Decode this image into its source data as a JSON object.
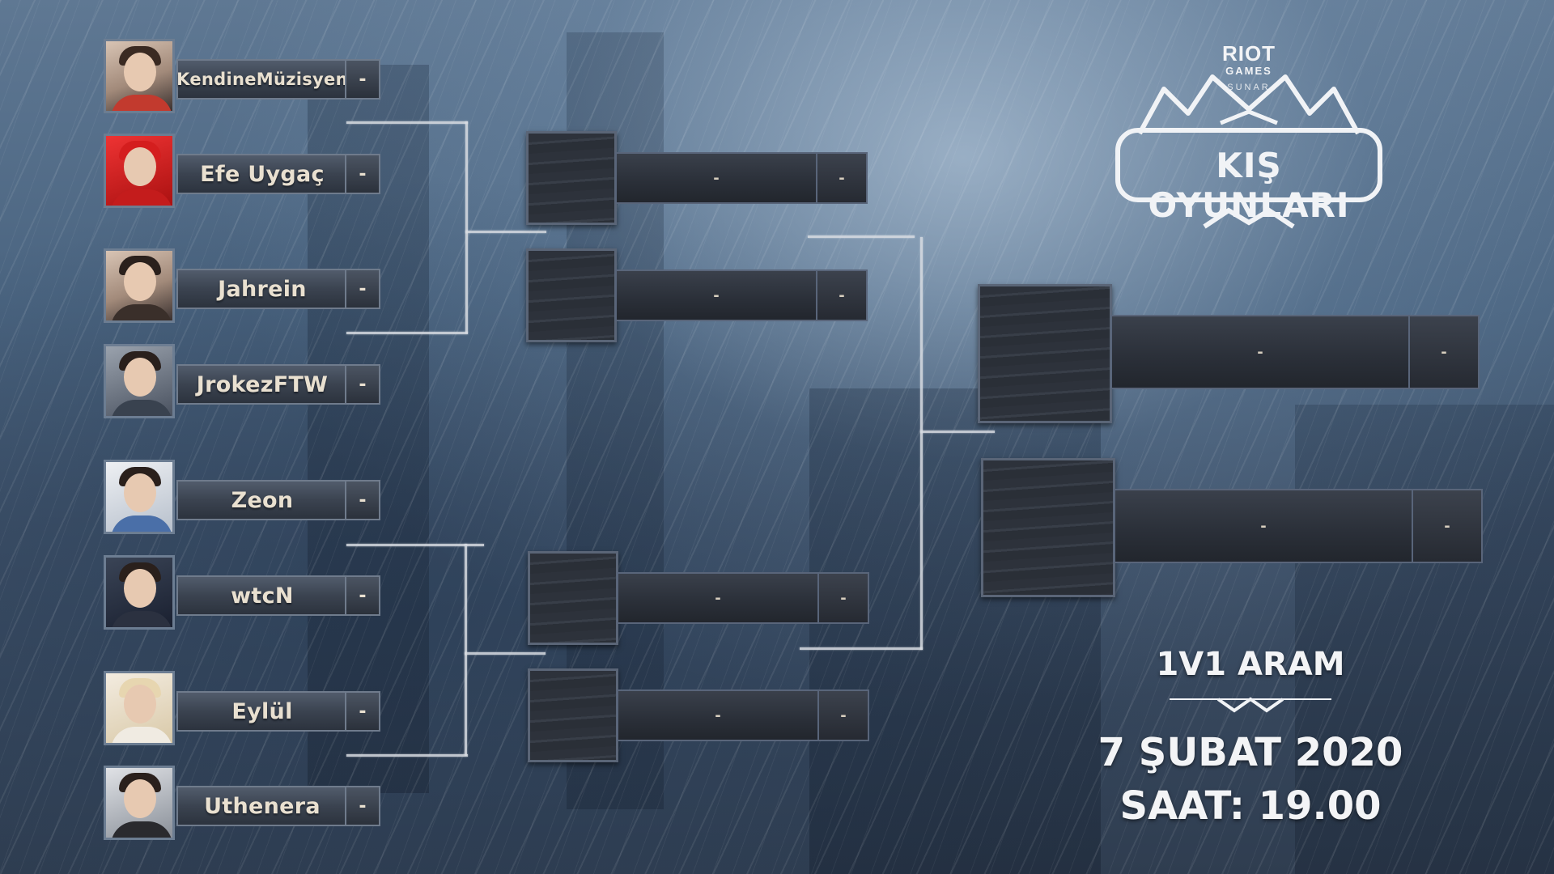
{
  "players": [
    {
      "name": "KendineMüzisyen",
      "score": "-",
      "avatar_color": "#c23a2e"
    },
    {
      "name": "Efe Uygaç",
      "score": "-",
      "avatar_color": "#d41e1e"
    },
    {
      "name": "Jahrein",
      "score": "-",
      "avatar_color": "#8a6a55"
    },
    {
      "name": "JrokezFTW",
      "score": "-",
      "avatar_color": "#39424f"
    },
    {
      "name": "Zeon",
      "score": "-",
      "avatar_color": "#4a6fa8"
    },
    {
      "name": "wtcN",
      "score": "-",
      "avatar_color": "#2b3140"
    },
    {
      "name": "Eylül",
      "score": "-",
      "avatar_color": "#e7d6b0"
    },
    {
      "name": "Uthenera",
      "score": "-",
      "avatar_color": "#2a2a2e"
    }
  ],
  "semifinals": [
    {
      "name": "-",
      "score": "-"
    },
    {
      "name": "-",
      "score": "-"
    },
    {
      "name": "-",
      "score": "-"
    },
    {
      "name": "-",
      "score": "-"
    }
  ],
  "finals": [
    {
      "name": "-",
      "score": "-"
    },
    {
      "name": "-",
      "score": "-"
    }
  ],
  "logo": {
    "riot": "RIOT",
    "games": "GAMES",
    "sunar": "SUNAR",
    "title": "KIŞ OYUNLARI"
  },
  "event": {
    "mode": "1V1 ARAM",
    "date": "7 ŞUBAT 2020",
    "time": "SAAT: 19.00"
  },
  "colors": {
    "line": "#d9dde3",
    "plate": "#3b4350",
    "text": "#e9e0d0"
  }
}
